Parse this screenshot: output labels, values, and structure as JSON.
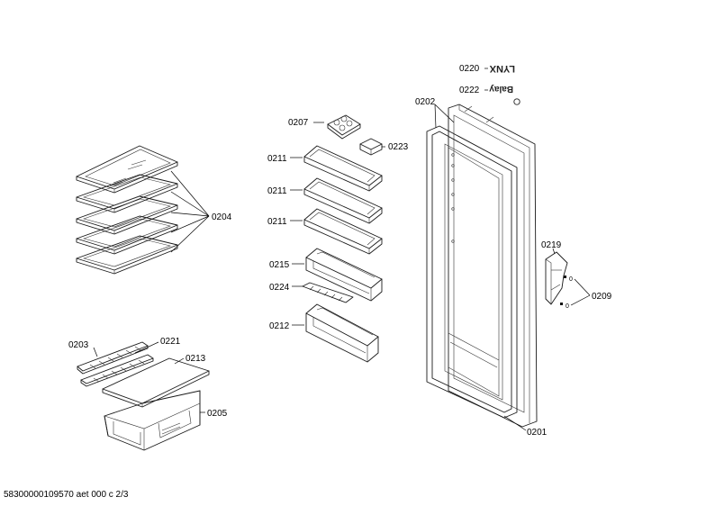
{
  "labels": {
    "p0220": "0220",
    "p0222": "0222",
    "p0202": "0202",
    "p0207": "0207",
    "p0223": "0223",
    "p0211a": "0211",
    "p0211b": "0211",
    "p0211c": "0211",
    "p0204": "0204",
    "p0215": "0215",
    "p0224": "0224",
    "p0212": "0212",
    "p0219": "0219",
    "p0209": "0209",
    "p0203": "0203",
    "p0221": "0221",
    "p0213": "0213",
    "p0205": "0205",
    "p0201": "0201"
  },
  "logos": {
    "lynx": "LYNX",
    "balay": "Balay"
  },
  "footer": {
    "code": "58300000109570 aet 000 c 2/3"
  }
}
